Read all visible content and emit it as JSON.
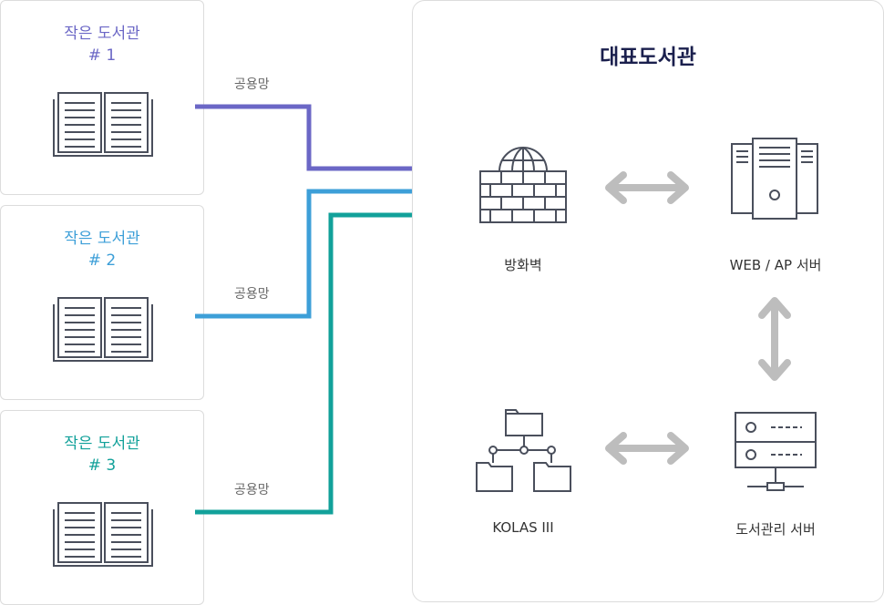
{
  "libraries": [
    {
      "title": "작은 도서관",
      "number": "# 1",
      "color": "#6b67c6",
      "net_label": "공용망"
    },
    {
      "title": "작은 도서관",
      "number": "# 2",
      "color": "#3d9fd8",
      "net_label": "공용망"
    },
    {
      "title": "작은 도서관",
      "number": "# 3",
      "color": "#12a19a",
      "net_label": "공용망"
    }
  ],
  "central": {
    "title": "대표도서관",
    "nodes": {
      "firewall": "방화벽",
      "web_ap": "WEB / AP 서버",
      "kolas": "KOLAS III",
      "library_server": "도서관리 서버"
    }
  },
  "icons": {
    "library": "open-book-icon",
    "firewall": "firewall-globe-icon",
    "web_ap": "server-tower-icon",
    "kolas": "folder-tree-icon",
    "library_server": "rack-server-icon",
    "link": "double-arrow-icon"
  },
  "colors": {
    "icon_stroke": "#4a4f5c",
    "arrow": "#bdbdbd",
    "title_dark": "#1a1f4d"
  }
}
